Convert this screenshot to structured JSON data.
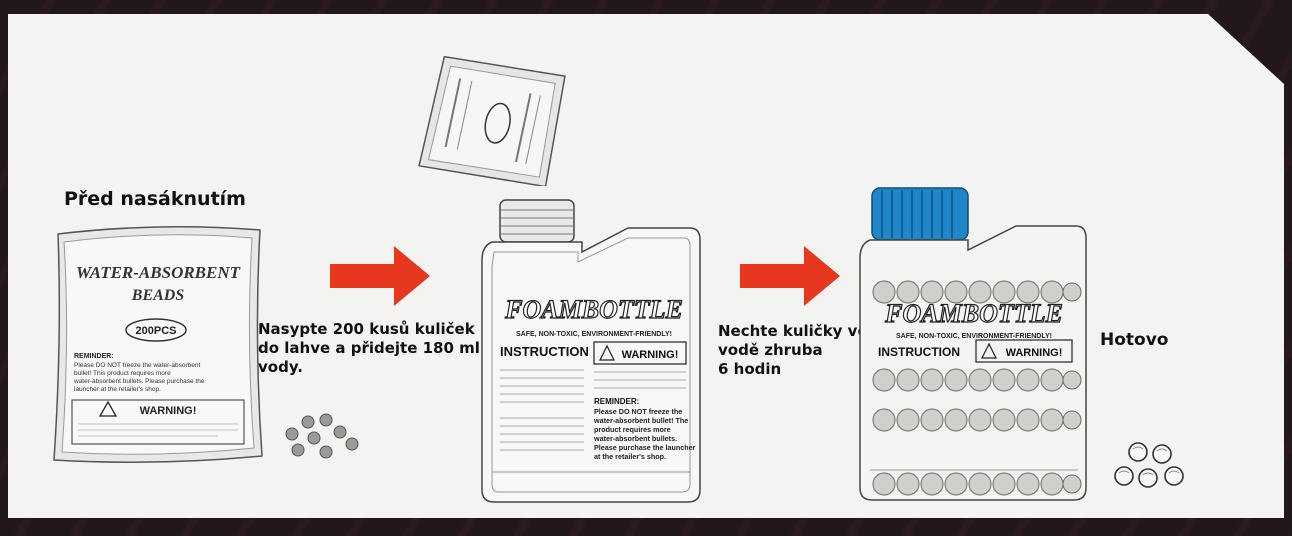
{
  "title_before": "Před nasáknutím",
  "step1_lines": [
    "Nasypte 200 kusů kuliček",
    "do lahve a přidejte 180 ml",
    "vody."
  ],
  "step2_lines": [
    "Nechte kuličky ve",
    "vodě zhruba",
    "6 hodin"
  ],
  "done_label": "Hotovo",
  "package": {
    "title_line1": "WATER-ABSORBENT",
    "title_line2": "BEADS",
    "count": "200PCS",
    "reminder_heading": "REMINDER:",
    "reminder_text": [
      "Please DO NOT freeze the water-absorbent",
      "bullet! This product requires more",
      "water-absorbent bullets. Please purchase the",
      "launcher at the retailer's shop."
    ],
    "warning_label": "WARNING!"
  },
  "bottle": {
    "brand": "FOAMBOTTLE",
    "tagline": "SAFE, NON-TOXIC, ENVIRONMENT-FRIENDLY!",
    "instruction_heading": "INSTRUCTION",
    "warning_label": "WARNING!",
    "reminder_heading": "REMINDER:",
    "reminder_text": [
      "Please DO NOT freeze the",
      "water-absorbent bullet! The",
      "product requires more",
      "water-absorbent bullets.",
      "Please purchase the launcher",
      "at the retailer's shop."
    ]
  },
  "colors": {
    "arrow": "#e8371f",
    "cap": "#1f86c8",
    "card": "#f3f3f1"
  }
}
